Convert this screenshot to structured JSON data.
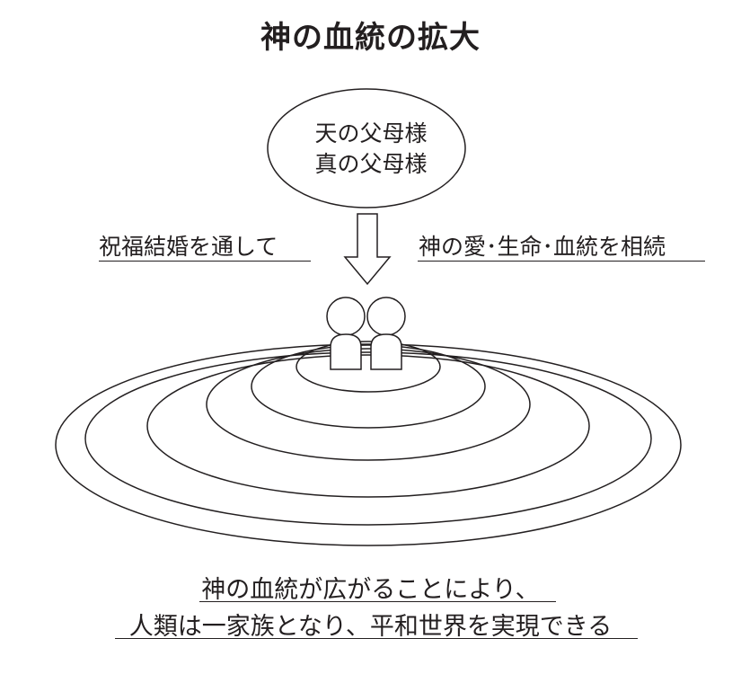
{
  "title": "神の血統の拡大",
  "oval": {
    "line1": "天の父母様",
    "line2": "真の父母様"
  },
  "left_label": "祝福結婚を通して",
  "right_label": "神の愛･生命･血統を相続",
  "caption": {
    "line1": "神の血統が広がることにより、",
    "line2": "人類は一家族となり、平和世界を実現できる"
  }
}
